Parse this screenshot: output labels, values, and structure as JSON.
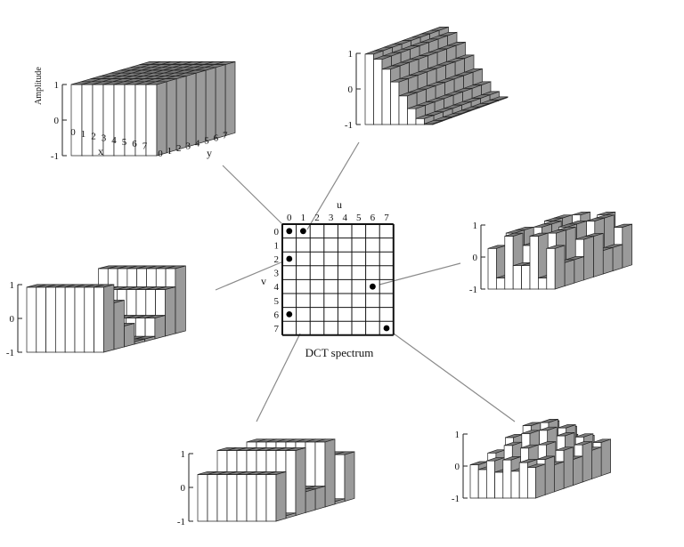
{
  "spectrum": {
    "caption": "DCT spectrum",
    "u_label": "u",
    "v_label": "v",
    "u_ticks": [
      "0",
      "1",
      "2",
      "3",
      "4",
      "5",
      "6",
      "7"
    ],
    "v_ticks": [
      "0",
      "1",
      "2",
      "3",
      "4",
      "5",
      "6",
      "7"
    ],
    "selected_cells": [
      {
        "u": 0,
        "v": 0
      },
      {
        "u": 1,
        "v": 0
      },
      {
        "u": 0,
        "v": 2
      },
      {
        "u": 6,
        "v": 4
      },
      {
        "u": 0,
        "v": 6
      },
      {
        "u": 7,
        "v": 7
      }
    ]
  },
  "basis_plots": [
    {
      "id": "u0-v0",
      "u": 0,
      "v": 0,
      "title_axis": "Amplitude",
      "xlabel": "x",
      "ylabel": "y",
      "y_ticks": [
        "1",
        "0",
        "-1"
      ],
      "x_ticks": [
        "0",
        "1",
        "2",
        "3",
        "4",
        "5",
        "6",
        "7"
      ],
      "y_axis_ticks": [
        "0",
        "1",
        "2",
        "3",
        "4",
        "5",
        "6",
        "7"
      ]
    },
    {
      "id": "u1-v0",
      "u": 1,
      "v": 0,
      "y_ticks": [
        "1",
        "0",
        "-1"
      ]
    },
    {
      "id": "u0-v2",
      "u": 0,
      "v": 2,
      "y_ticks": [
        "1",
        "0",
        "-1"
      ]
    },
    {
      "id": "u6-v4",
      "u": 6,
      "v": 4,
      "y_ticks": [
        "1",
        "0",
        "-1"
      ]
    },
    {
      "id": "u0-v6",
      "u": 0,
      "v": 6,
      "y_ticks": [
        "1",
        "0",
        "-1"
      ]
    },
    {
      "id": "u7-v7",
      "u": 7,
      "v": 7,
      "y_ticks": [
        "1",
        "0",
        "-1"
      ]
    }
  ],
  "colors": {
    "front_face": "#ffffff",
    "side_face": "#9a9a9a",
    "top_face": "#7a7a7a",
    "stroke": "#222222",
    "connector": "#8a8a8a"
  }
}
